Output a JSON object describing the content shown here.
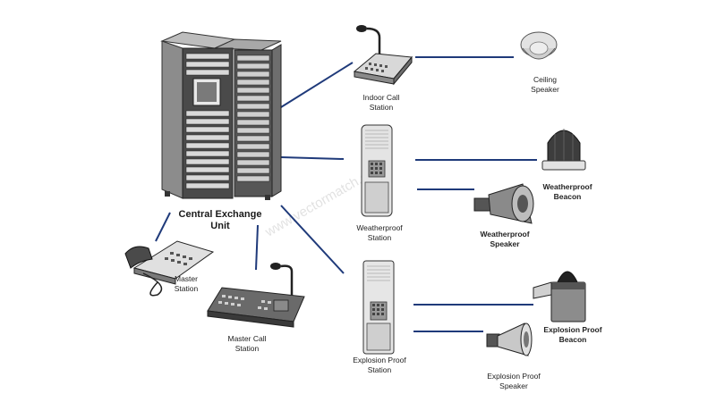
{
  "labels": {
    "central_1": "Central Exchange",
    "central_2": "Unit",
    "indoor_1": "Indoor Call",
    "indoor_2": "Station",
    "ceiling_1": "Ceiling",
    "ceiling_2": "Speaker",
    "wp_station_1": "Weatherproof",
    "wp_station_2": "Station",
    "wp_beacon_1": "Weatherproof",
    "wp_beacon_2": "Beacon",
    "wp_speaker_1": "Weatherproof",
    "wp_speaker_2": "Speaker",
    "master_1": "Master",
    "master_2": "Station",
    "master_call_1": "Master Call",
    "master_call_2": "Station",
    "ex_station_1": "Explosion Proof",
    "ex_station_2": "Station",
    "ex_beacon_1": "Explosion Proof",
    "ex_beacon_2": "Beacon",
    "ex_speaker_1": "Explosion Proof",
    "ex_speaker_2": "Speaker"
  },
  "watermark": "www.vectormatch.com",
  "colors": {
    "link": "#1f3a7a",
    "device_dark": "#3a3a3a",
    "device_mid": "#9a9a9a",
    "device_light": "#dcdcdc"
  }
}
